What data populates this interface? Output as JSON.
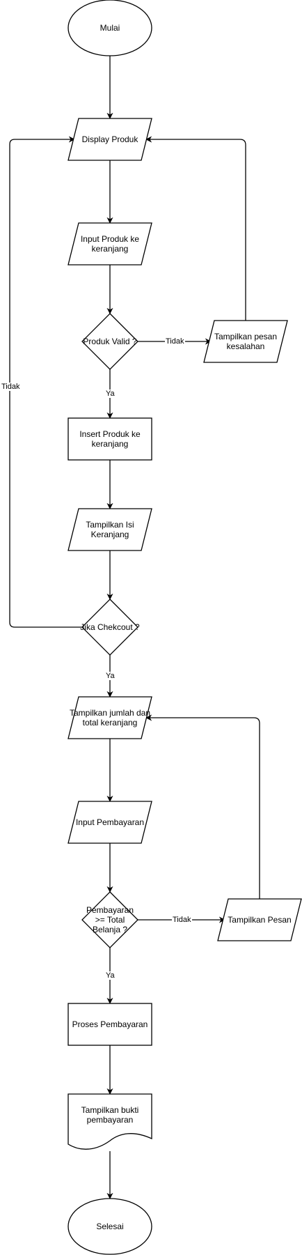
{
  "nodes": {
    "mulai": "Mulai",
    "display_produk": "Display Produk",
    "input_produk": "Input Produk ke keranjang",
    "produk_valid": "Produk Valid ?",
    "pesan_kesalahan": "Tampilkan pesan kesalahan",
    "insert_produk": "Insert Produk ke keranjang",
    "isi_keranjang": "Tampilkan Isi Keranjang",
    "jika_checkout": "Jika Chekcout ?",
    "jumlah_total": "Tampilkan jumlah dan total keranjang",
    "input_pembayaran": "Input Pembayaran",
    "cek_pembayaran": "Pembayaran >= Total Belanja ?",
    "tampilkan_pesan": "Tampilkan Pesan",
    "proses_pembayaran": "Proses Pembayaran",
    "bukti_pembayaran": "Tampilkan bukti pembayaran",
    "selesai": "Selesai"
  },
  "edge_labels": {
    "produk_valid_tidak": "Tidak",
    "produk_valid_ya": "Ya",
    "checkout_tidak": "Tidak",
    "checkout_ya": "Ya",
    "pembayaran_tidak": "Tidak",
    "pembayaran_ya": "Ya"
  }
}
